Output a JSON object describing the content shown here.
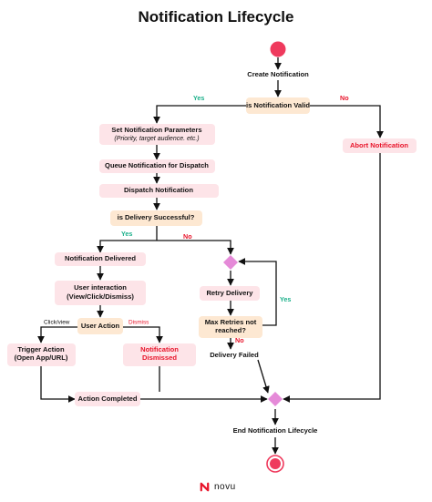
{
  "title": "Notification Lifecycle",
  "colors": {
    "pink_box": "#fde4e8",
    "peach_box": "#fde8d2",
    "start_dot": "#ef3a5d",
    "yes": "#1bb08a",
    "no": "#e8142a",
    "diamond": "#e58ad8",
    "line": "#111111"
  },
  "nodes": {
    "create": "Create Notification",
    "is_valid": "is Notification Valid",
    "abort": "Abort Notification",
    "set_params": "Set Notification Parameters",
    "set_params_sub": "(Priority, target audience. etc.)",
    "queue": "Queue Notification for Dispatch",
    "dispatch": "Dispatch Notification",
    "delivery_success": "is Delivery Successful?",
    "delivered": "Notification Delivered",
    "interaction_line1": "User interaction",
    "interaction_line2": "(View/Click/Dismiss)",
    "user_action": "User Action",
    "trigger_line1": "Trigger Action",
    "trigger_line2": "(Open App/URL)",
    "dismissed_line1": "Notification",
    "dismissed_line2": "Dismissed",
    "action_completed": "Action Completed",
    "retry": "Retry Delivery",
    "max_retries_line1": "Max Retries not",
    "max_retries_line2": "reached?",
    "delivery_failed": "Delivery Failed",
    "end": "End Notification Lifecycle"
  },
  "labels": {
    "yes_valid": "Yes",
    "no_valid": "No",
    "yes_delivery": "Yes",
    "no_delivery": "No",
    "yes_retry": "Yes",
    "no_retry": "No",
    "click_view": "Click/view",
    "dismiss": "Dismiss"
  },
  "brand": "novu"
}
